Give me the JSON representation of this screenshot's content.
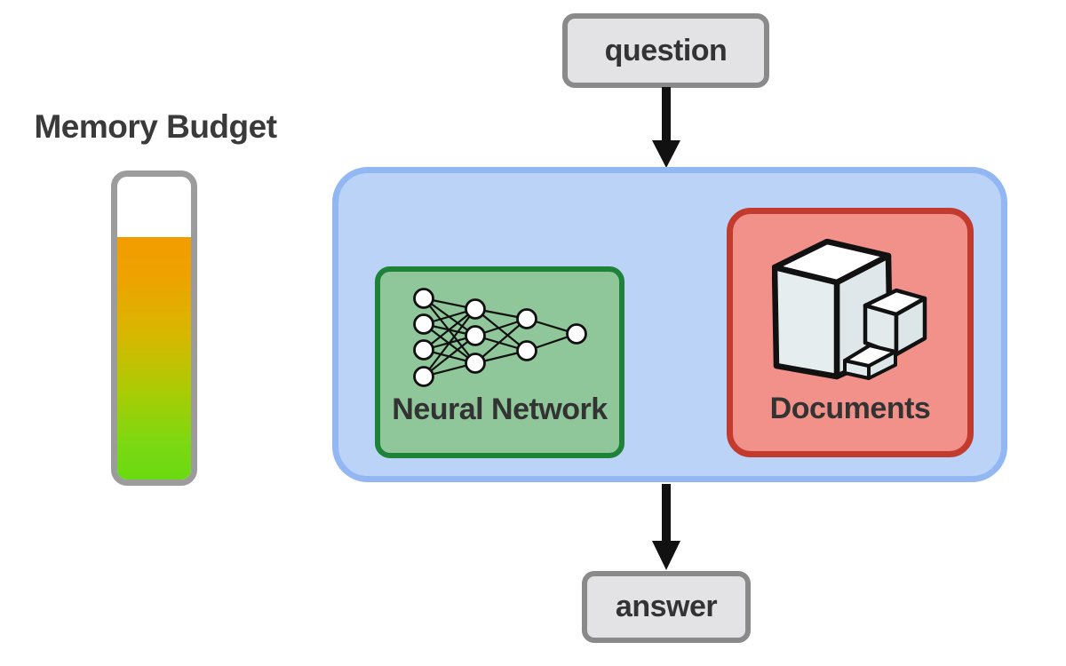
{
  "memory_budget": {
    "label": "Memory Budget",
    "fill_percent": 80,
    "gradient": [
      "#f39c00 0%",
      "#eea200 16%",
      "#d8b700 40%",
      "#a9cc05 64%",
      "#7cd812 85%",
      "#6ada10 100%"
    ],
    "tube_border_color": "#9c9c9c"
  },
  "flow": {
    "question_label": "question",
    "answer_label": "answer",
    "arrow_color": "#111111",
    "node_fill": "#e3e3e5",
    "node_border": "#8a8a8a"
  },
  "system_box": {
    "fill": "#bcd3f8",
    "border": "#92b7f3",
    "components": [
      {
        "label": "Neural Network",
        "icon": "neural-network-icon",
        "fill": "#8fc79a",
        "border": "#1e8238"
      },
      {
        "label": "Documents",
        "icon": "documents-icon",
        "fill": "#f2918a",
        "border": "#c23b2e"
      }
    ]
  },
  "text_color": "#333333"
}
